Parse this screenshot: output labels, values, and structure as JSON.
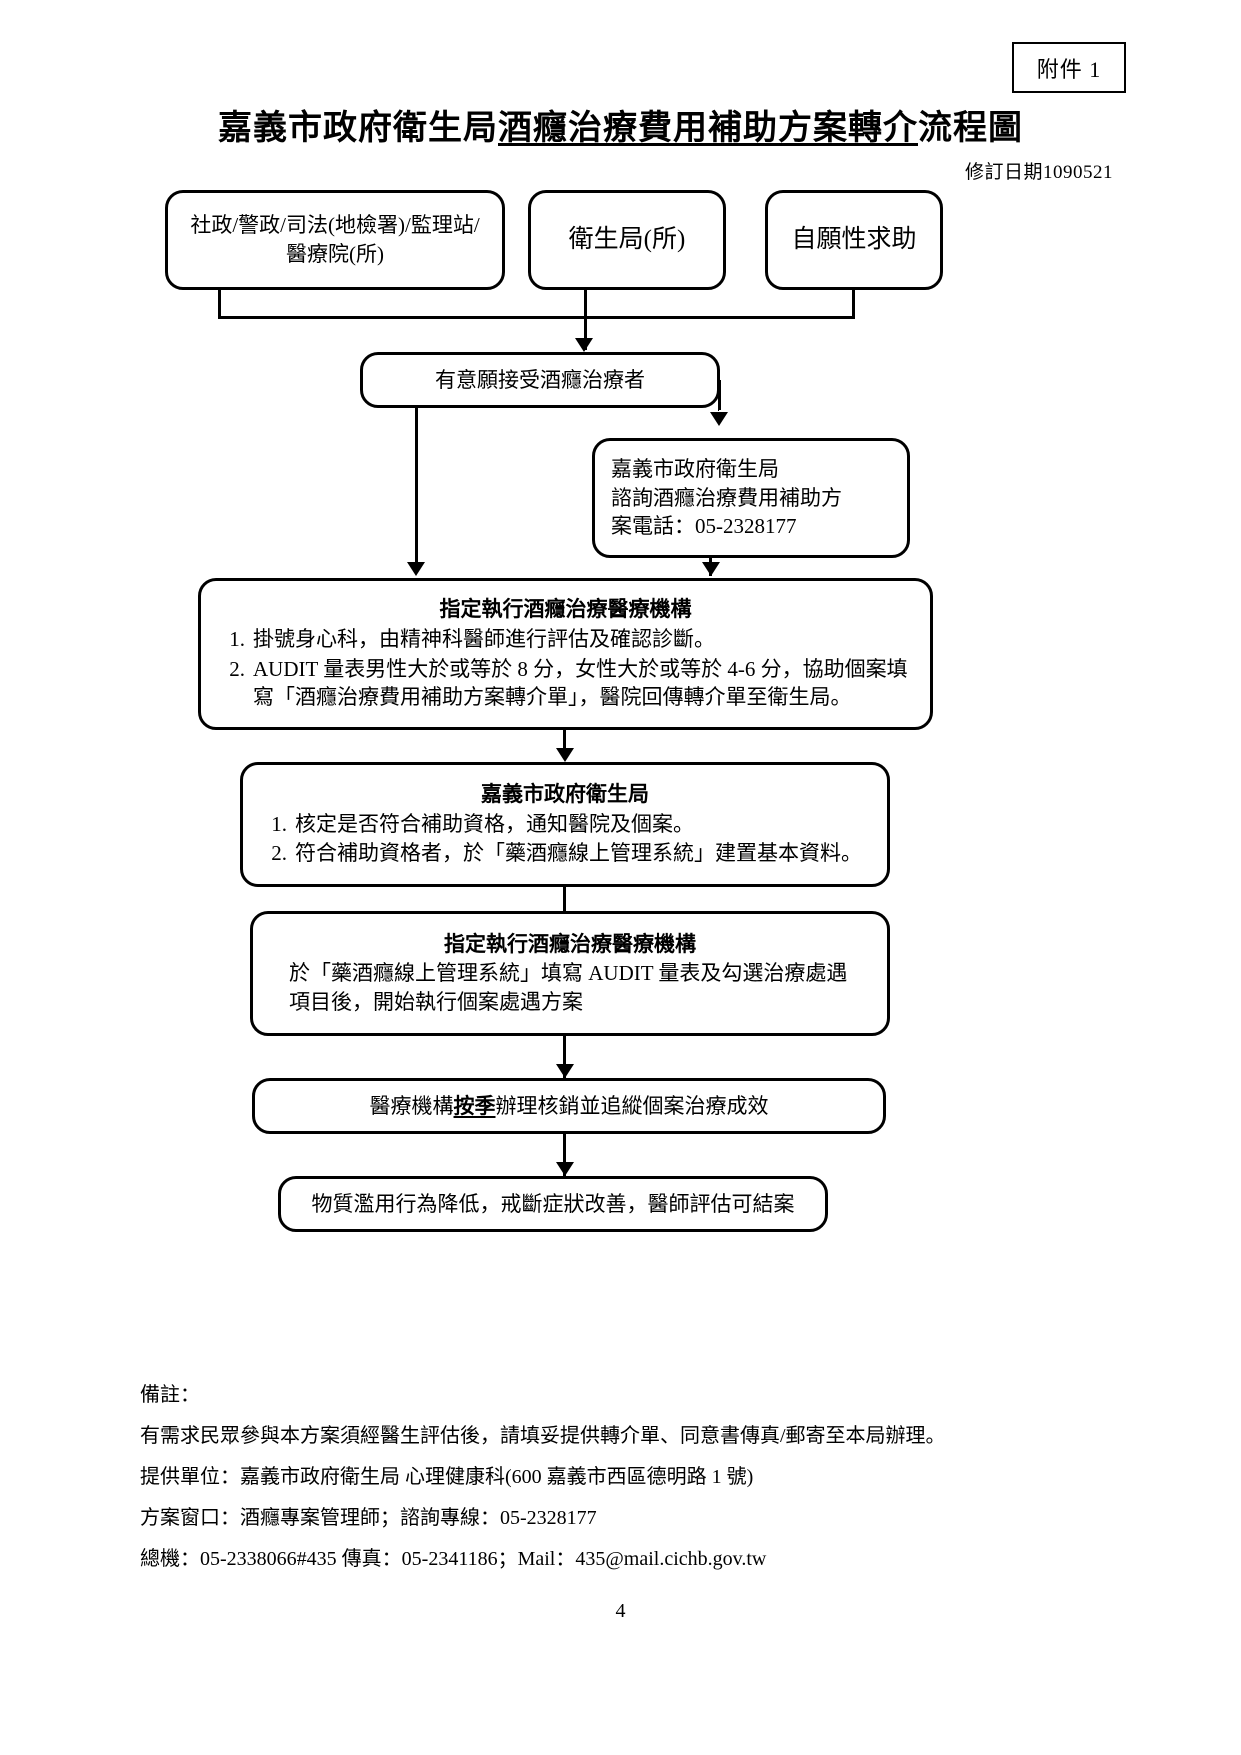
{
  "attachment_tag": "附件 1",
  "title": {
    "prefix": "嘉義市政府衛生局",
    "underlined": "酒癮治療費用補助方案轉介",
    "suffix": "流程圖"
  },
  "revision": "修訂日期1090521",
  "nodes": {
    "source_agencies": "社政/警政/司法(地檢署)/監理站/醫療院(所)",
    "health_bureau_office": "衛生局(所)",
    "voluntary_help": "自願性求助",
    "willing_to_receive": "有意願接受酒癮治療者",
    "contact_box": {
      "line1": "嘉義市政府衛生局",
      "line2": "諮詢酒癮治療費用補助方",
      "line3": "案電話：05-2328177"
    },
    "designated_institution_1": {
      "header": "指定執行酒癮治療醫療機構",
      "items": [
        {
          "num": "1.",
          "text": "掛號身心科，由精神科醫師進行評估及確認診斷。"
        },
        {
          "num": "2.",
          "text": "AUDIT 量表男性大於或等於 8 分，女性大於或等於 4-6 分，協助個案填寫「酒癮治療費用補助方案轉介單」，醫院回傳轉介單至衛生局。"
        }
      ]
    },
    "bureau_review": {
      "header": "嘉義市政府衛生局",
      "items": [
        {
          "num": "1.",
          "text": "核定是否符合補助資格，通知醫院及個案。"
        },
        {
          "num": "2.",
          "text": "符合補助資格者，於「藥酒癮線上管理系統」建置基本資料。"
        }
      ]
    },
    "designated_institution_2": {
      "header": "指定執行酒癮治療醫療機構",
      "line1": "於「藥酒癮線上管理系統」填寫 AUDIT 量表及勾選治療處遇",
      "line2": "項目後，開始執行個案處遇方案"
    },
    "quarterly_report": {
      "pre": "醫療機構",
      "emphasis": "按季",
      "post": "辦理核銷並追縱個案治療成效"
    },
    "case_closure": "物質濫用行為降低，戒斷症狀改善，醫師評估可結案"
  },
  "notes": {
    "heading": "備註：",
    "line1": "有需求民眾參與本方案須經醫生評估後，請填妥提供轉介單、同意書傳真/郵寄至本局辦理。",
    "line2": "提供單位：嘉義市政府衛生局  心理健康科(600 嘉義市西區德明路 1 號)",
    "line3": "方案窗口：酒癮專案管理師；諮詢專線：05-2328177",
    "line4": "總機：05-2338066#435 傳真：05-2341186；Mail：435@mail.cichb.gov.tw"
  },
  "page_number": "4"
}
